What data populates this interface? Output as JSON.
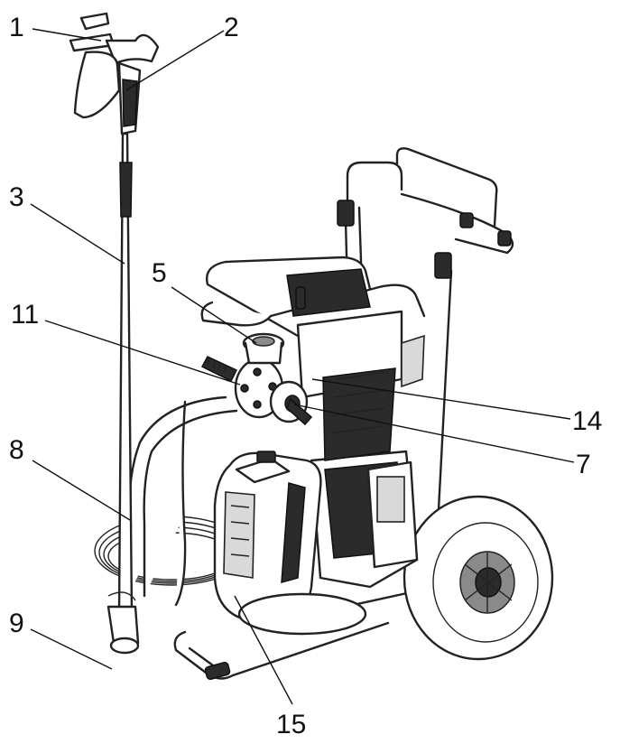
{
  "callouts": [
    {
      "id": "c1",
      "label": "1"
    },
    {
      "id": "c2",
      "label": "2"
    },
    {
      "id": "c3",
      "label": "3"
    },
    {
      "id": "c5",
      "label": "5"
    },
    {
      "id": "c11",
      "label": "11"
    },
    {
      "id": "c14",
      "label": "14"
    },
    {
      "id": "c8",
      "label": "8"
    },
    {
      "id": "c7",
      "label": "7"
    },
    {
      "id": "c9",
      "label": "9"
    },
    {
      "id": "c15",
      "label": "15"
    }
  ]
}
